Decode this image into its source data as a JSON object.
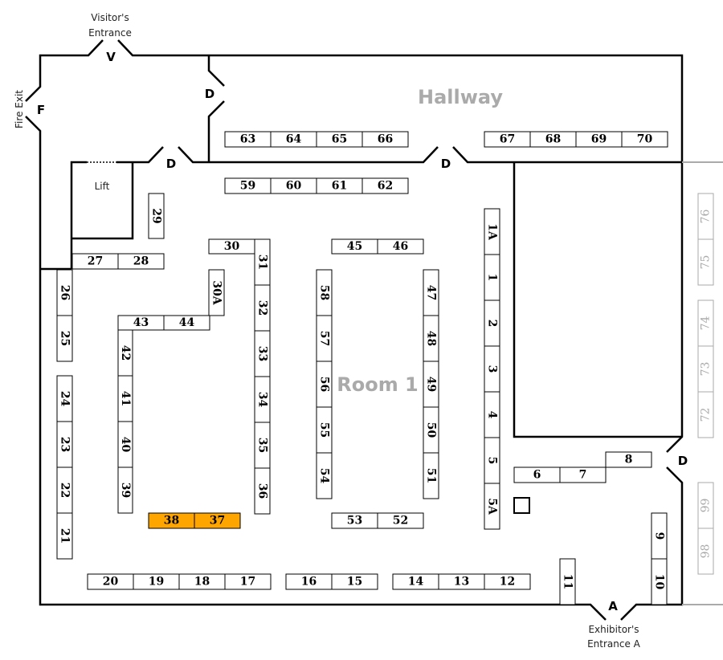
{
  "areas": {
    "hallway": "Hallway",
    "room": "Room 1",
    "lift": "Lift"
  },
  "entrances": {
    "visitor_line1": "Visitor's",
    "visitor_line2": "Entrance",
    "fire_exit": "Fire Exit",
    "exhibitor_line1": "Exhibitor's",
    "exhibitor_line2": "Entrance A"
  },
  "door_letters": {
    "visitor": "V",
    "fire": "F",
    "exhibitor": "A",
    "door": "D"
  },
  "colors": {
    "highlight": "#FFA500",
    "grey": "#AAAAAA"
  },
  "booths": [
    {
      "label": "63"
    },
    {
      "label": "64"
    },
    {
      "label": "65"
    },
    {
      "label": "66"
    },
    {
      "label": "67"
    },
    {
      "label": "68"
    },
    {
      "label": "69"
    },
    {
      "label": "70"
    },
    {
      "label": "59"
    },
    {
      "label": "60"
    },
    {
      "label": "61"
    },
    {
      "label": "62"
    },
    {
      "label": "29"
    },
    {
      "label": "30"
    },
    {
      "label": "31"
    },
    {
      "label": "32"
    },
    {
      "label": "33"
    },
    {
      "label": "34"
    },
    {
      "label": "35"
    },
    {
      "label": "36"
    },
    {
      "label": "30A"
    },
    {
      "label": "43"
    },
    {
      "label": "44"
    },
    {
      "label": "42"
    },
    {
      "label": "41"
    },
    {
      "label": "40"
    },
    {
      "label": "39"
    },
    {
      "label": "27"
    },
    {
      "label": "28"
    },
    {
      "label": "26"
    },
    {
      "label": "25"
    },
    {
      "label": "24"
    },
    {
      "label": "23"
    },
    {
      "label": "22"
    },
    {
      "label": "21"
    },
    {
      "label": "38",
      "highlighted": true
    },
    {
      "label": "37",
      "highlighted": true
    },
    {
      "label": "20"
    },
    {
      "label": "19"
    },
    {
      "label": "18"
    },
    {
      "label": "17"
    },
    {
      "label": "16"
    },
    {
      "label": "15"
    },
    {
      "label": "14"
    },
    {
      "label": "13"
    },
    {
      "label": "12"
    },
    {
      "label": "45"
    },
    {
      "label": "46"
    },
    {
      "label": "58"
    },
    {
      "label": "57"
    },
    {
      "label": "56"
    },
    {
      "label": "55"
    },
    {
      "label": "54"
    },
    {
      "label": "47"
    },
    {
      "label": "48"
    },
    {
      "label": "49"
    },
    {
      "label": "50"
    },
    {
      "label": "51"
    },
    {
      "label": "53"
    },
    {
      "label": "52"
    },
    {
      "label": "1A"
    },
    {
      "label": "1"
    },
    {
      "label": "2"
    },
    {
      "label": "3"
    },
    {
      "label": "4"
    },
    {
      "label": "5"
    },
    {
      "label": "5A"
    },
    {
      "label": "6"
    },
    {
      "label": "7"
    },
    {
      "label": "8"
    },
    {
      "label": "9"
    },
    {
      "label": "10"
    },
    {
      "label": "11"
    },
    {
      "label": "76",
      "unavailable": true
    },
    {
      "label": "75",
      "unavailable": true
    },
    {
      "label": "74",
      "unavailable": true
    },
    {
      "label": "73",
      "unavailable": true
    },
    {
      "label": "72",
      "unavailable": true
    },
    {
      "label": "99",
      "unavailable": true
    },
    {
      "label": "98",
      "unavailable": true
    }
  ]
}
